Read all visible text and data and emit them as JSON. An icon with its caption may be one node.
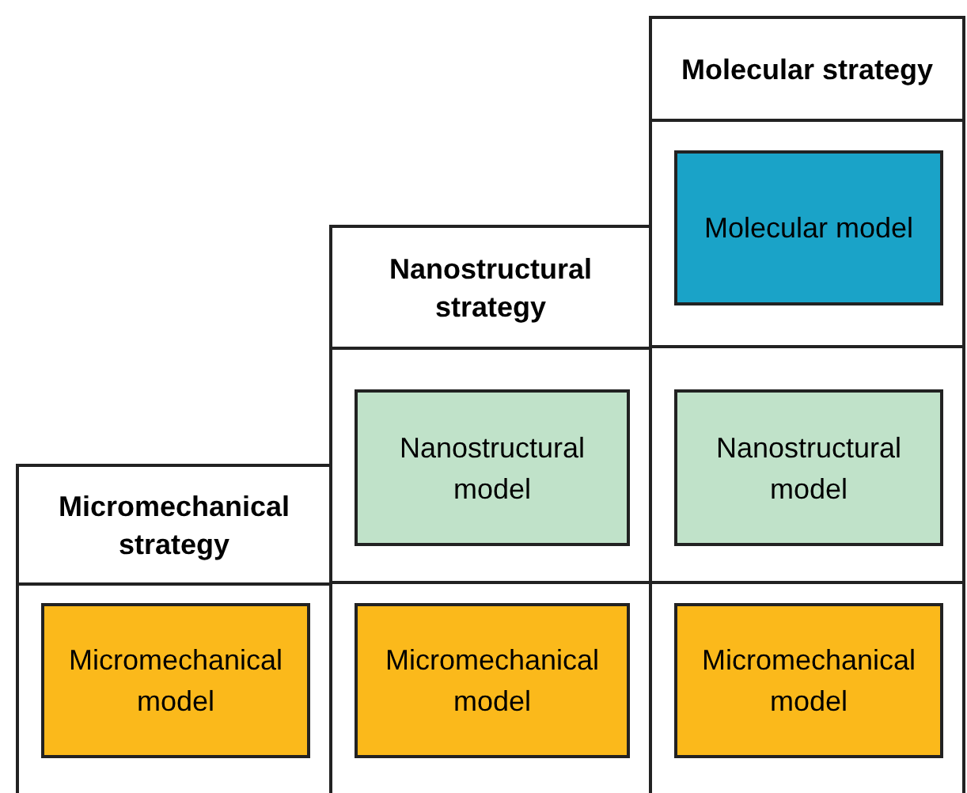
{
  "diagram": {
    "nodes": [
      {
        "text": [
          "Micromechanical strategy"
        ]
      },
      {
        "text": [
          "Micromechanical model"
        ],
        "in": 0
      },
      {
        "text": [
          "Nanostructural strategy"
        ]
      },
      {
        "text": [
          "Nanostructural model"
        ],
        "in": 2
      },
      {
        "text": [
          "Micromechanical model"
        ],
        "in": 2
      },
      {
        "text": [
          "Molecular strategy"
        ]
      },
      {
        "text": [
          "Molecular model"
        ],
        "in": 5
      },
      {
        "text": [
          "Nanostructural model"
        ],
        "in": 5
      },
      {
        "text": [
          "Micromechanical model"
        ],
        "in": 5
      }
    ]
  }
}
